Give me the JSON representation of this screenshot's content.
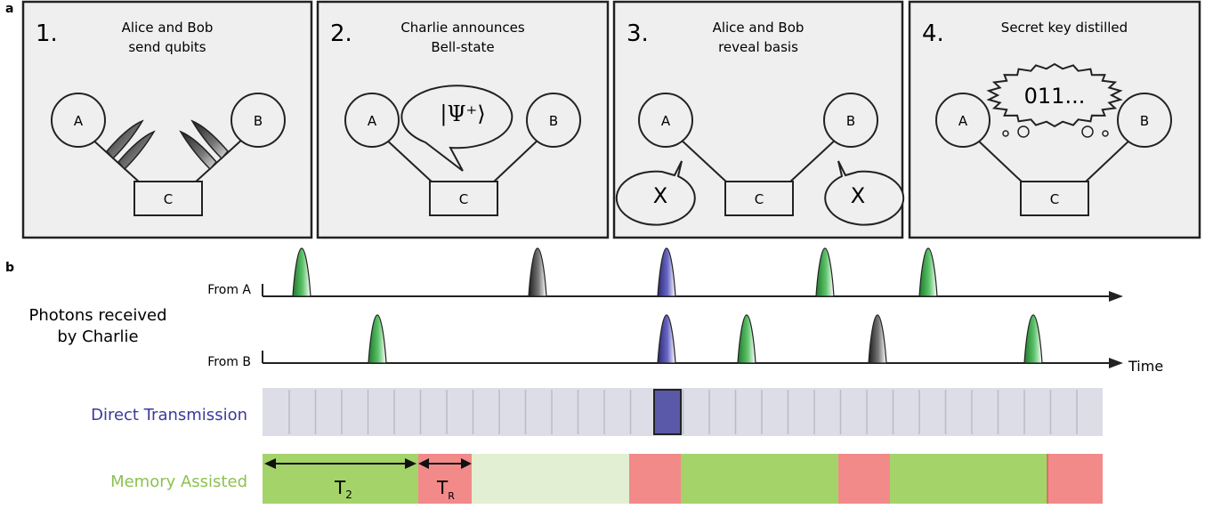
{
  "panel_labels": {
    "a": "a",
    "b": "b"
  },
  "panels": [
    {
      "number": "1.",
      "title_lines": [
        "Alice and Bob",
        "send qubits"
      ]
    },
    {
      "number": "2.",
      "title_lines": [
        "Charlie announces",
        "Bell-state"
      ],
      "bubble": "|Ψ⁺⟩"
    },
    {
      "number": "3.",
      "title_lines": [
        "Alice and Bob",
        "reveal basis"
      ],
      "bubble_left": "X",
      "bubble_right": "X"
    },
    {
      "number": "4.",
      "title_lines": [
        "Secret key distilled"
      ],
      "thought": "011..."
    }
  ],
  "nodes": {
    "a": "A",
    "b": "B",
    "c": "C"
  },
  "timeline": {
    "ylabel_lines": [
      "Photons received",
      "by Charlie"
    ],
    "from_a": "From A",
    "from_b": "From B",
    "time_label": "Time",
    "direct_label": "Direct Transmission",
    "memory_label": "Memory Assisted",
    "t2_main": "T",
    "t2_sub": "2",
    "tr_main": "T",
    "tr_sub": "R"
  },
  "colors": {
    "panel_bg": "#efefef",
    "green_pulse": "#2e9a3c",
    "gray_pulse": "#3a3a3a",
    "blue_pulse": "#3e3a8c",
    "direct_label": "#3b3a9b",
    "memory_label": "#8cc152",
    "slot_bg": "#dcdde6",
    "slot_highlight": "#5a58a8",
    "mem_green": "#a4d36a",
    "mem_light": "#e2efd2",
    "mem_red": "#f28a8a"
  }
}
